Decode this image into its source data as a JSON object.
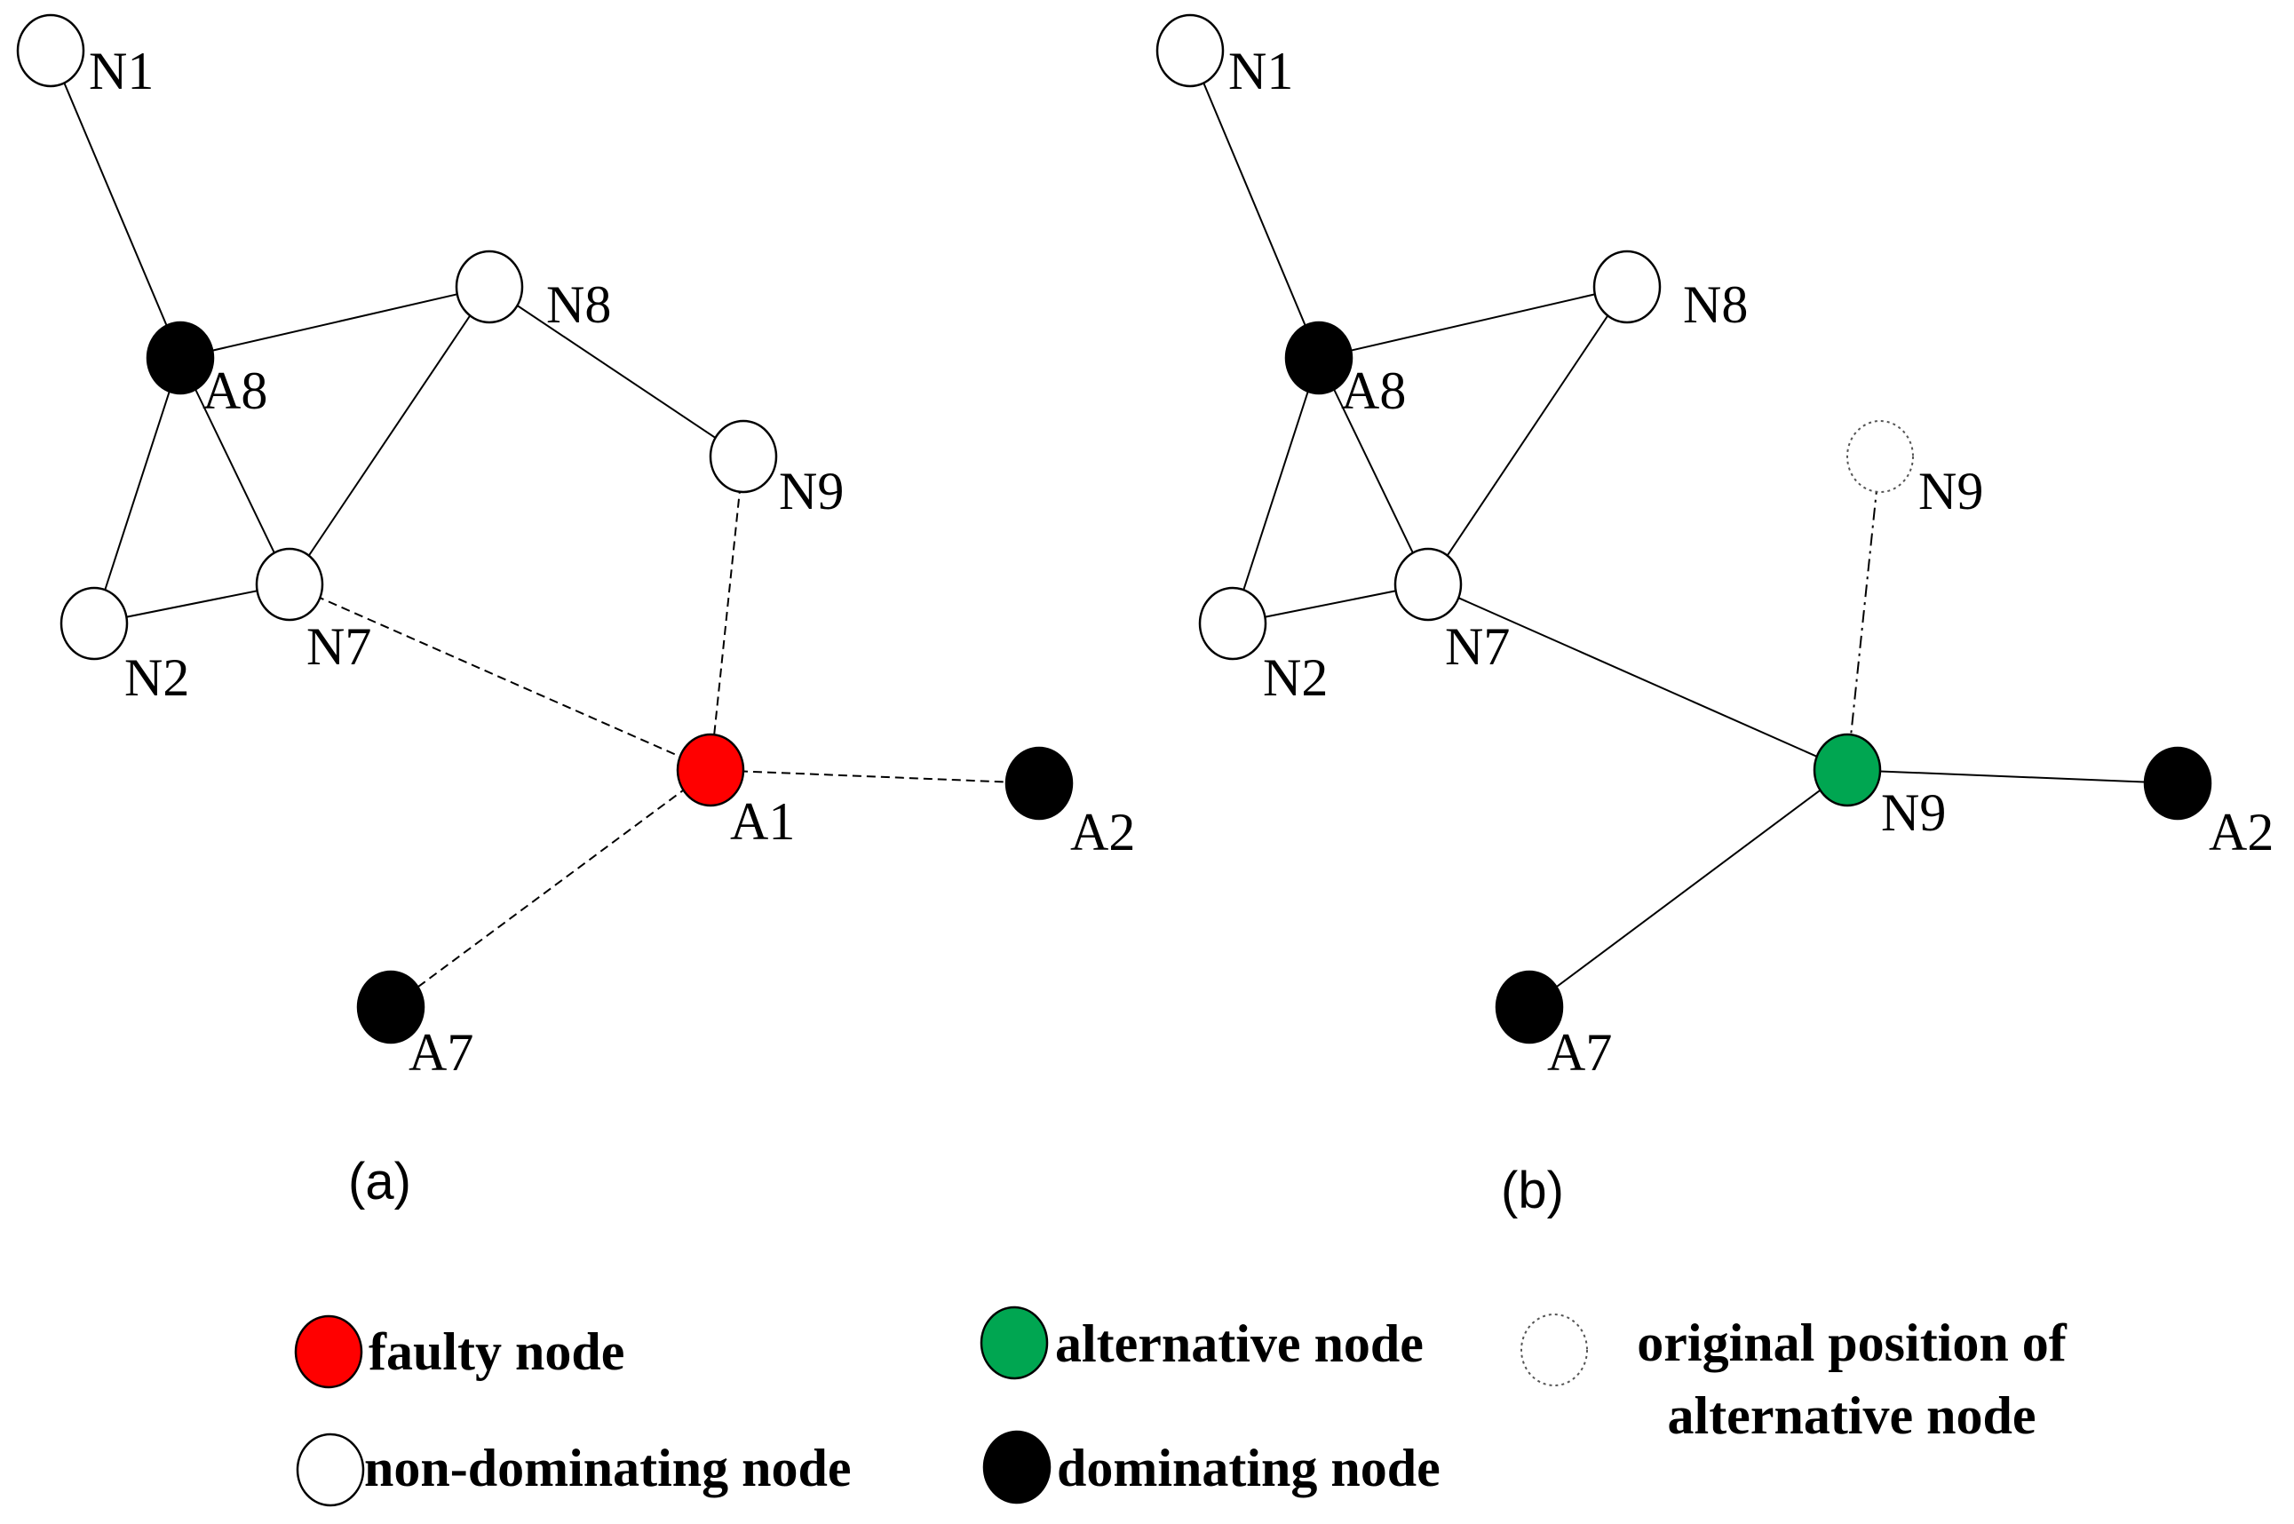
{
  "colors": {
    "faulty": "#ff0000",
    "alternative": "#00a651",
    "dominating": "#000000",
    "non_dominating": "#ffffff",
    "highlight_text": "#ff0000"
  },
  "panel_a": {
    "caption": "(a)",
    "nodes": [
      {
        "id": "N1",
        "label": "N1",
        "role": "non-dominating"
      },
      {
        "id": "A8",
        "label": "A8",
        "role": "dominating"
      },
      {
        "id": "N8",
        "label": "N8",
        "role": "non-dominating"
      },
      {
        "id": "N9",
        "label": "N9",
        "role": "non-dominating"
      },
      {
        "id": "N2",
        "label": "N2",
        "role": "non-dominating"
      },
      {
        "id": "N7",
        "label": "N7",
        "role": "non-dominating"
      },
      {
        "id": "A1",
        "label": "A1",
        "role": "faulty"
      },
      {
        "id": "A2",
        "label": "A2",
        "role": "dominating"
      },
      {
        "id": "A7",
        "label": "A7",
        "role": "dominating"
      }
    ],
    "edges": [
      {
        "from": "N1",
        "to": "A8",
        "style": "solid"
      },
      {
        "from": "A8",
        "to": "N8",
        "style": "solid"
      },
      {
        "from": "A8",
        "to": "N2",
        "style": "solid"
      },
      {
        "from": "A8",
        "to": "N7",
        "style": "solid"
      },
      {
        "from": "N2",
        "to": "N7",
        "style": "solid"
      },
      {
        "from": "N7",
        "to": "N8",
        "style": "solid"
      },
      {
        "from": "N8",
        "to": "N9",
        "style": "solid"
      },
      {
        "from": "N9",
        "to": "A1",
        "style": "dashed"
      },
      {
        "from": "N7",
        "to": "A1",
        "style": "dashed"
      },
      {
        "from": "A1",
        "to": "A2",
        "style": "dashed"
      },
      {
        "from": "A1",
        "to": "A7",
        "style": "dashed"
      }
    ]
  },
  "panel_b": {
    "caption": "(b)",
    "nodes": [
      {
        "id": "N1",
        "label": "N1",
        "role": "non-dominating"
      },
      {
        "id": "A8",
        "label": "A8",
        "role": "dominating"
      },
      {
        "id": "N8",
        "label": "N8",
        "role": "non-dominating"
      },
      {
        "id": "N9o",
        "label": "N9",
        "role": "original-position"
      },
      {
        "id": "N2",
        "label": "N2",
        "role": "non-dominating"
      },
      {
        "id": "N7",
        "label": "N7",
        "role": "non-dominating"
      },
      {
        "id": "N9",
        "label": "N9",
        "role": "alternative"
      },
      {
        "id": "A2",
        "label": "A2",
        "role": "dominating"
      },
      {
        "id": "A7",
        "label": "A7",
        "role": "dominating"
      }
    ],
    "edges": [
      {
        "from": "N1",
        "to": "A8",
        "style": "solid"
      },
      {
        "from": "A8",
        "to": "N8",
        "style": "solid"
      },
      {
        "from": "A8",
        "to": "N2",
        "style": "solid"
      },
      {
        "from": "A8",
        "to": "N7",
        "style": "solid"
      },
      {
        "from": "N2",
        "to": "N7",
        "style": "solid"
      },
      {
        "from": "N7",
        "to": "N8",
        "style": "solid"
      },
      {
        "from": "N9o",
        "to": "N9",
        "style": "dashdot"
      },
      {
        "from": "N7",
        "to": "N9",
        "style": "solid"
      },
      {
        "from": "N9",
        "to": "A2",
        "style": "solid"
      },
      {
        "from": "N9",
        "to": "A7",
        "style": "solid"
      }
    ]
  },
  "legend": [
    {
      "id": "faulty",
      "role": "faulty",
      "lines": [
        "faulty node"
      ]
    },
    {
      "id": "alternative",
      "role": "alternative",
      "lines": [
        "alternative node"
      ]
    },
    {
      "id": "original",
      "role": "original-position",
      "lines": [
        "original position of",
        "alternative node"
      ]
    },
    {
      "id": "non-dominating",
      "role": "non-dominating",
      "lines": [
        "non-dominating node"
      ]
    },
    {
      "id": "dominating",
      "role": "dominating",
      "lines": [
        "dominating node"
      ]
    }
  ]
}
